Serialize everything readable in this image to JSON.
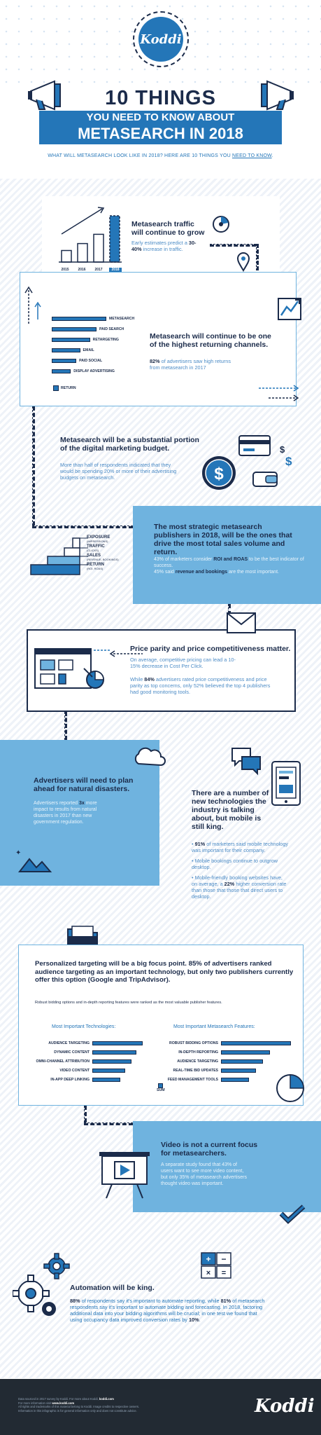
{
  "brand": {
    "logo": "Koddi"
  },
  "header": {
    "line1": "10 THINGS",
    "line2": "YOU NEED TO KNOW ABOUT",
    "line3": "METASEARCH IN 2018",
    "subtitle_main": "WHAT WILL METASEARCH LOOK LIKE IN 2018? HERE ARE 10 THINGS YOU ",
    "subtitle_link": "NEED TO KNOW",
    "subtitle_end": "."
  },
  "s1": {
    "title": "Metasearch traffic will continue to grow",
    "text_pre": "Early estimates predict a ",
    "text_bold": "30-40%",
    "text_post": " increase in traffic.",
    "years": [
      "2015",
      "2016",
      "2017",
      "2018"
    ],
    "bar_fill": [
      0.25,
      0.4,
      0.6,
      1.0
    ]
  },
  "s2": {
    "title": "Metasearch will continue to be one of the highest returning channels.",
    "text_bold": "82%",
    "text_post": " of advertisers saw high returns from metasearch in 2017",
    "channels": [
      "METASEARCH",
      "PAID SEARCH",
      "RETARGETING",
      "EMAIL",
      "PAID SOCIAL",
      "DISPLAY ADVERTISING"
    ],
    "returns": [
      1.0,
      0.82,
      0.7,
      0.52,
      0.45,
      0.35
    ],
    "legend": "RETURN"
  },
  "s3": {
    "title": "Metasearch will be a substantial portion of the digital marketing budget.",
    "text": "More than half of respondents indicated that they would be spending 20% or more of their advertising budgets on metasearch."
  },
  "s4": {
    "title": "The most strategic metasearch publishers in 2018, will be the ones that drive the most total sales volume and return.",
    "t1_pre": "43% of marketers consider ",
    "t1_bold": "ROI and ROAS",
    "t1_post": " to be the best indicator of success.",
    "t2_pre": "45% said ",
    "t2_bold": "revenue and bookings",
    "t2_post": " are the most important.",
    "funnel": [
      {
        "label": "EXPOSURE",
        "sub": "(IMPRESSIONS)"
      },
      {
        "label": "TRAFFIC",
        "sub": "(CLICKS)"
      },
      {
        "label": "SALES",
        "sub": "(REVENUE, BOOKINGS)"
      },
      {
        "label": "RETURN",
        "sub": "(ROI, ROAS)"
      }
    ]
  },
  "s5": {
    "title": "Price parity and price competitiveness matter.",
    "t1": "On average, competitive pricing can lead a 10-15% decrease in Cost Per Click.",
    "t2_pre": "While ",
    "t2_bold": "84%",
    "t2_post": " advertisers rated price competitiveness and price parity as top concerns, only 52% believed the top 4 publishers had good monitoring tools."
  },
  "s6": {
    "title": "Advertisers will need to plan ahead for natural disasters.",
    "t_pre": "Advertisers reported ",
    "t_bold": "3x",
    "t_post": " more impact to results from natural disasters in 2017 than new government regulation."
  },
  "s7": {
    "title": "There are a number of new technologies the industry is talking about, but mobile is still king.",
    "b1_bold": "91%",
    "b1_post": " of marketers said mobile technology was important for their company.",
    "b2": "Mobile bookings continue to outgrow desktop.",
    "b3_pre": "Mobile-friendly booking websites have, on average, a ",
    "b3_bold": "22%",
    "b3_post": " higher conversion rate than those that those that direct users to desktop."
  },
  "s8": {
    "title": "Personalized targeting will be a big focus point. 85% of advertisers ranked audience targeting as an important technology, but only two publishers currently offer this option (Google and TripAdvisor).",
    "note": "Robust bidding options and in-depth reporting features were ranked as the most valuable publisher features.",
    "col1_title": "Most Important Technologies:",
    "col2_title": "Most Important Metasearch Features:",
    "tech": [
      "AUDIENCE TARGETING",
      "DYNAMIC CONTENT",
      "OMNI-CHANNEL ATTRIBUTION",
      "VIDEO CONTENT",
      "IN-APP DEEP LINKING"
    ],
    "tech_vals": [
      1.0,
      0.88,
      0.78,
      0.65,
      0.55
    ],
    "features": [
      "ROBUST BIDDING OPTIONS",
      "IN-DEPTH REPORTING",
      "AUDIENCE TARGETING",
      "REAL-TIME BID UPDATES",
      "FEED MANAGEMENT TOOLS"
    ],
    "feat_vals": [
      1.0,
      0.7,
      0.6,
      0.5,
      0.4
    ],
    "legend": "SUM"
  },
  "s9": {
    "title": "Video is not a current focus for metasearchers.",
    "text": "A separate study found that 43% of users want to see more video content, but only 35% of metasearch advertisers thought video was important."
  },
  "s10": {
    "title": "Automation will be king.",
    "t_b1": "88%",
    "t_1": " of respondents say it's important to automate reporting, while ",
    "t_b2": "81%",
    "t_2": " of metasearch respondents say it's important to automate bidding and forecasting. In 2018, factoring additional data into your bidding algorithms will be crucial; in one test we found that using occupancy data improved conversion rates by ",
    "t_b3": "10%",
    "t_3": "."
  },
  "footer": {
    "l1_pre": "Data sourced in 2017 survey by Koddi. For more about Koddi, ",
    "l1_bold": "koddi.com",
    "l2_pre": "For more information visit ",
    "l2_bold": "www.koddi.com",
    "l3": "All rights and trademarks of this material belong to Koddi. Image credits to respective owners.",
    "l4": "Information in this infographic is for general information only and does not constitute advice.",
    "logo": "Koddi"
  },
  "colors": {
    "navy": "#1b2b4a",
    "blue": "#2476b8",
    "light": "#6fb3df"
  }
}
